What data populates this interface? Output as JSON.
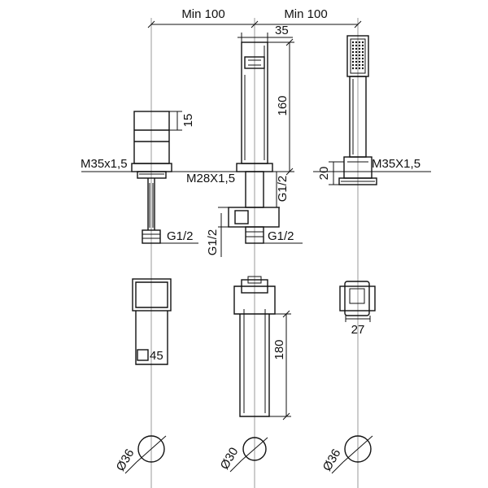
{
  "dimensions": {
    "min_left": "Min 100",
    "min_right": "Min 100",
    "spout_width": "35",
    "spout_height": "160",
    "mixer_top": "15",
    "mixer_thread": "M35x1,5",
    "spout_thread": "M28X1,5",
    "spout_conn_vertical": "G1/2",
    "mixer_conn": "G1/2",
    "spout_conn_side": "G1/2",
    "spout_conn_bottom": "G1/2",
    "shower_thread": "M35X1,5",
    "shower_base": "20",
    "mixer_square": "45",
    "spout_length": "180",
    "shower_square": "27",
    "hole_left": "Ø36",
    "hole_middle": "Ø30",
    "hole_right": "Ø36"
  }
}
